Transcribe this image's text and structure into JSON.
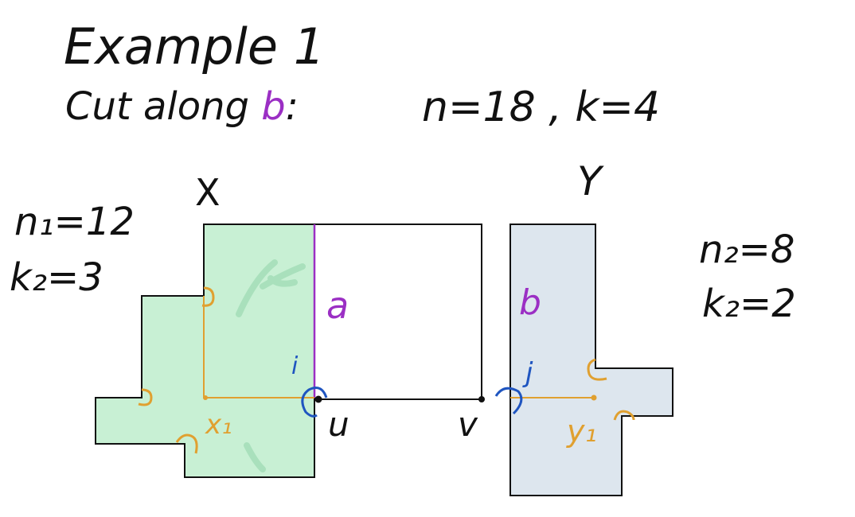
{
  "title": "Example 1",
  "cut_prefix": "Cut along ",
  "cut_letter": "b",
  "cut_suffix": ":",
  "totals": "n=18 , k=4",
  "left_label": "X",
  "right_label": "Y",
  "left_n": "n₁=12",
  "left_k": "k₂=3",
  "right_n": "n₂=8",
  "right_k": "k₂=2",
  "label_a": "a",
  "label_b": "b",
  "label_u": "u",
  "label_v": "v",
  "label_i": "i",
  "label_j": "j",
  "label_x1": "x₁",
  "label_y1": "y₁",
  "colors": {
    "ink": "#111111",
    "green_fill": "#c8f0d4",
    "blue_fill": "#dde6ee",
    "purple": "#9b2fc4",
    "orange": "#e0a030",
    "blue": "#1f55c0"
  }
}
